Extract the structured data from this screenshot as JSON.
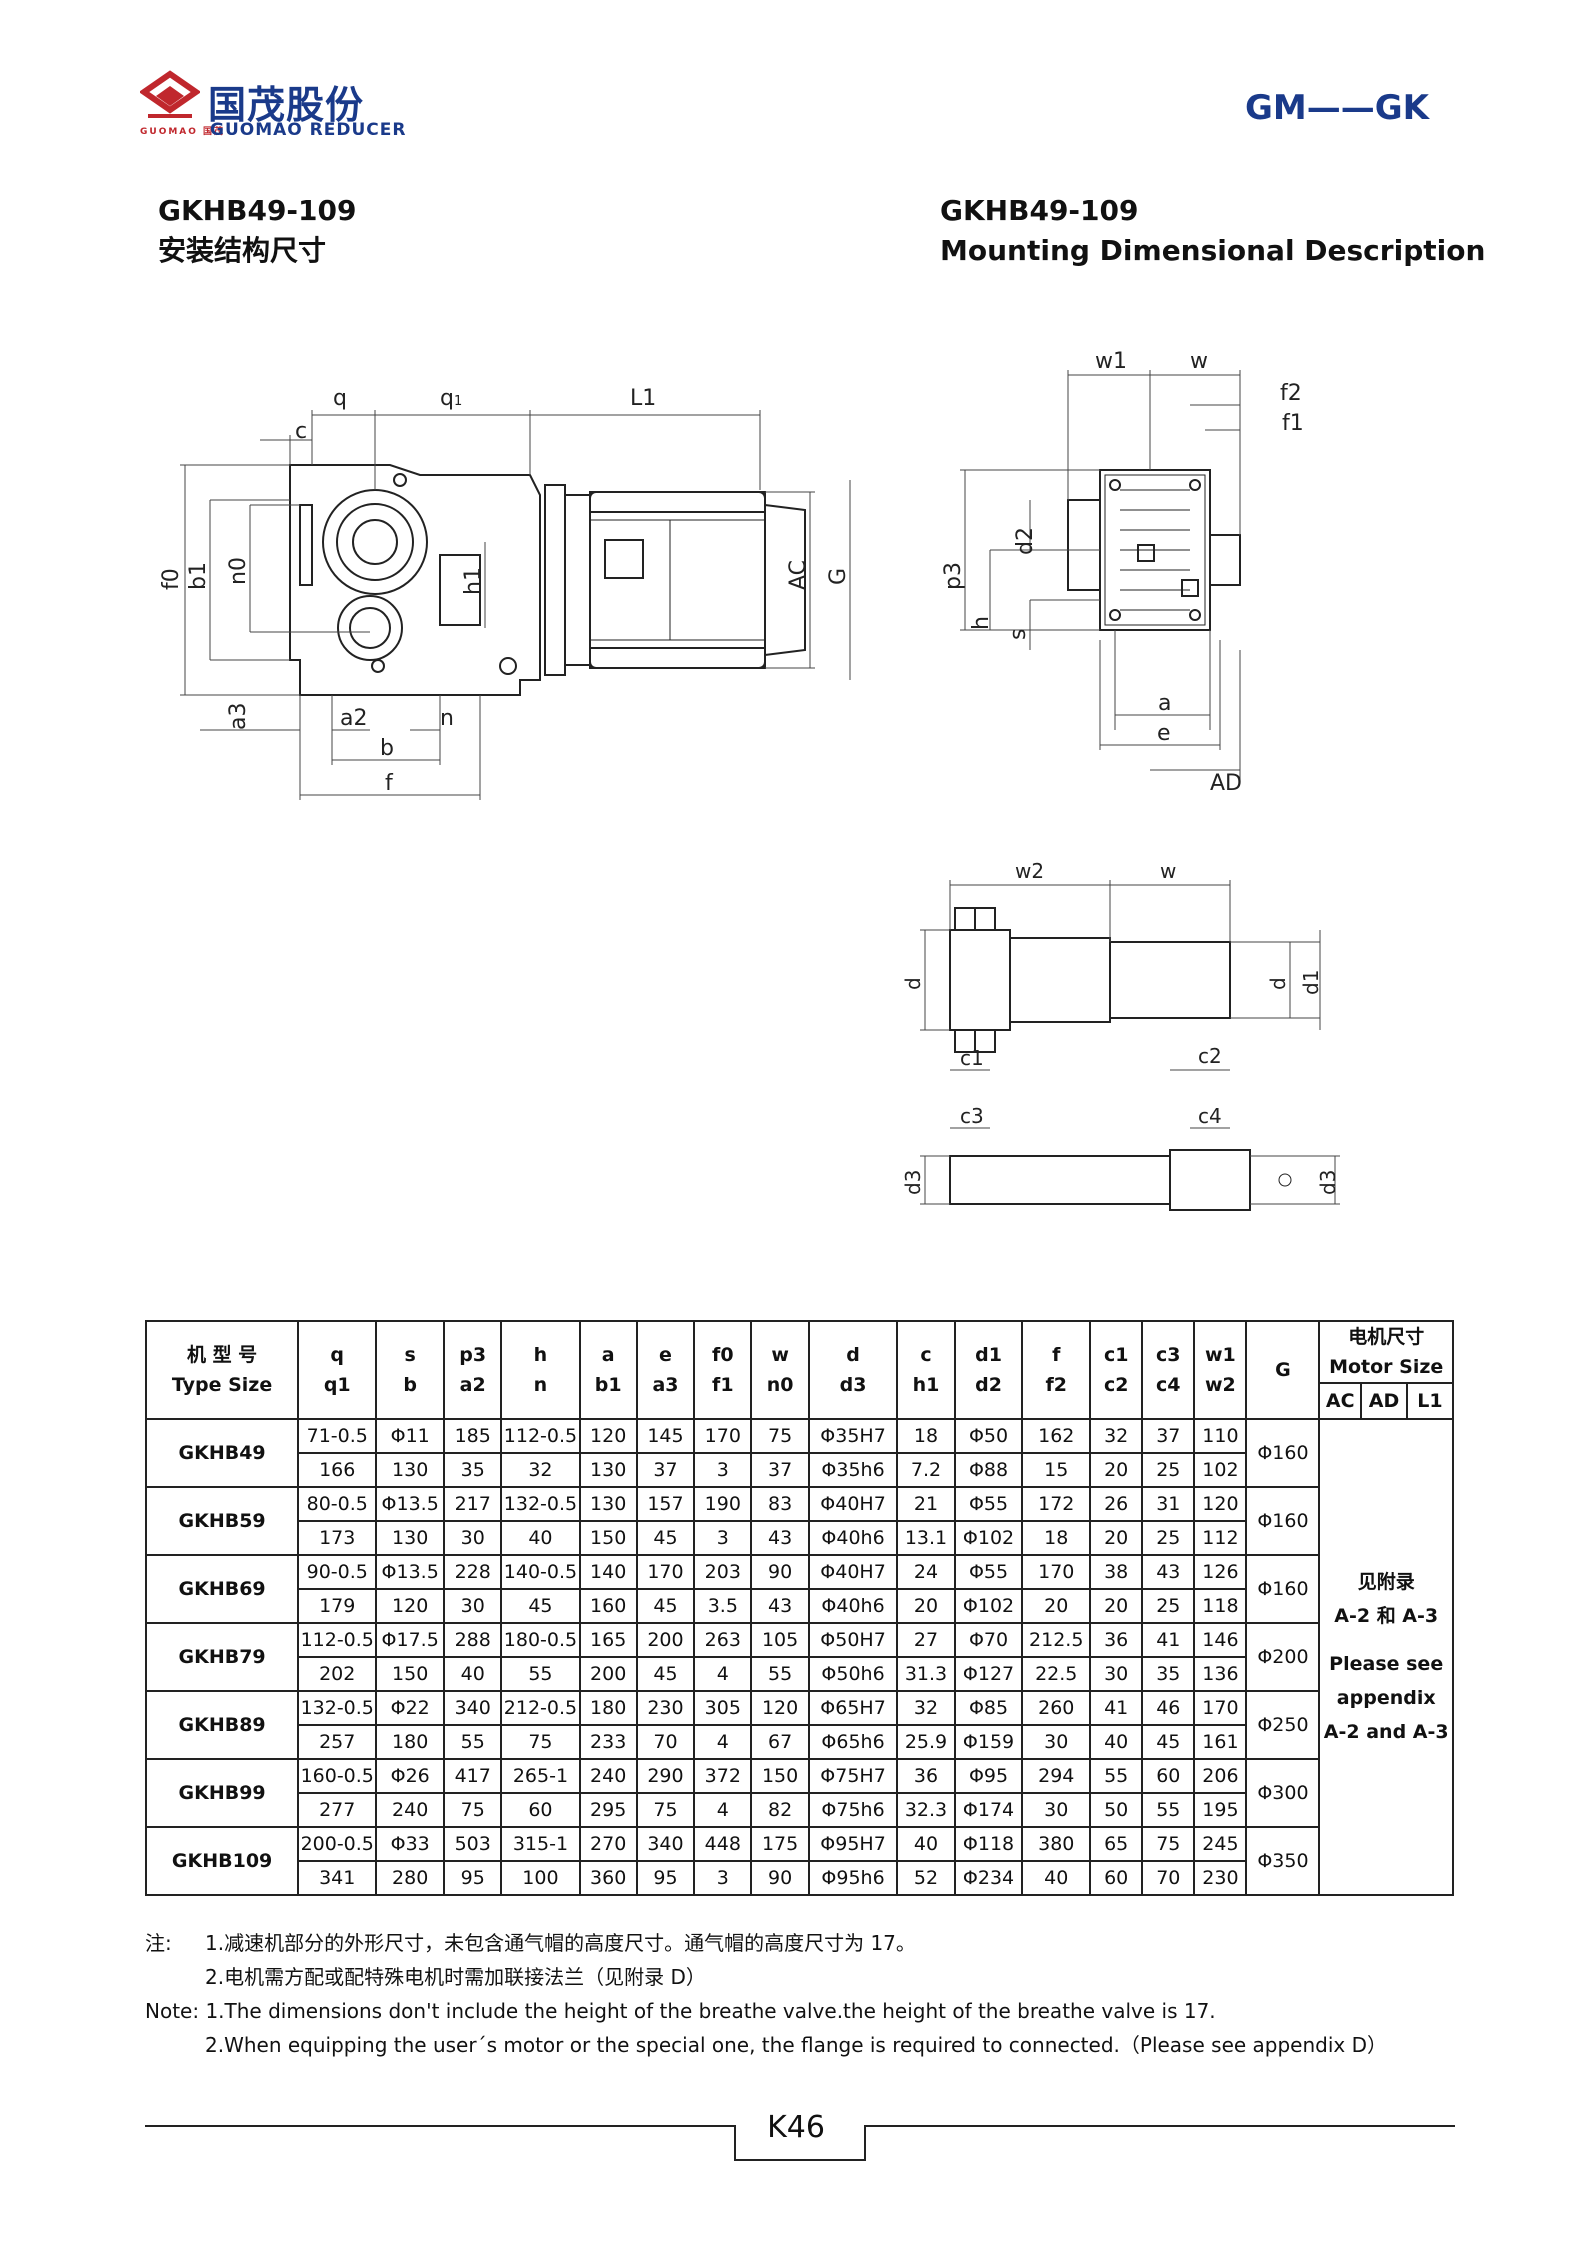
{
  "header": {
    "logo_cn": "国茂股份",
    "logo_en": "GUOMAO REDUCER",
    "logo_small": "GUOMAO 国茂",
    "series": "GM——GK"
  },
  "headings": {
    "left_model": "GKHB49-109",
    "left_title": "安装结构尺寸",
    "right_model": "GKHB49-109",
    "right_title": "Mounting Dimensional Description"
  },
  "drawing_labels": {
    "front": [
      "q",
      "q1",
      "L1",
      "c",
      "f0",
      "b1",
      "n0",
      "h1",
      "AC",
      "G",
      "a3",
      "a2",
      "n",
      "b",
      "f"
    ],
    "side": [
      "w1",
      "w",
      "f2",
      "f1",
      "p3",
      "d2",
      "h",
      "s",
      "a",
      "e",
      "AD"
    ],
    "shaft": [
      "w2",
      "w",
      "d",
      "d",
      "d1",
      "c1",
      "c2",
      "c3",
      "c4",
      "d3",
      "d3"
    ]
  },
  "table": {
    "header_type_cn": "机 型 号",
    "header_type_en": "Type Size",
    "columns": [
      [
        "q",
        "q1"
      ],
      [
        "s",
        "b"
      ],
      [
        "p3",
        "a2"
      ],
      [
        "h",
        "n"
      ],
      [
        "a",
        "b1"
      ],
      [
        "e",
        "a3"
      ],
      [
        "f0",
        "f1"
      ],
      [
        "w",
        "n0"
      ],
      [
        "d",
        "d3"
      ],
      [
        "c",
        "h1"
      ],
      [
        "d1",
        "d2"
      ],
      [
        "f",
        "f2"
      ],
      [
        "c1",
        "c2"
      ],
      [
        "c3",
        "c4"
      ],
      [
        "w1",
        "w2"
      ]
    ],
    "header_G": "G",
    "motor_cn": "电机尺寸",
    "motor_en": "Motor Size",
    "motor_cols": [
      "AC",
      "AD",
      "L1"
    ],
    "rows": [
      {
        "model": "GKHB49",
        "top": [
          "71-0.5",
          "Φ11",
          "185",
          "112-0.5",
          "120",
          "145",
          "170",
          "75",
          "Φ35H7",
          "18",
          "Φ50",
          "162",
          "32",
          "37",
          "110"
        ],
        "bottom": [
          "166",
          "130",
          "35",
          "32",
          "130",
          "37",
          "3",
          "37",
          "Φ35h6",
          "7.2",
          "Φ88",
          "15",
          "20",
          "25",
          "102"
        ],
        "G": "Φ160"
      },
      {
        "model": "GKHB59",
        "top": [
          "80-0.5",
          "Φ13.5",
          "217",
          "132-0.5",
          "130",
          "157",
          "190",
          "83",
          "Φ40H7",
          "21",
          "Φ55",
          "172",
          "26",
          "31",
          "120"
        ],
        "bottom": [
          "173",
          "130",
          "30",
          "40",
          "150",
          "45",
          "3",
          "43",
          "Φ40h6",
          "13.1",
          "Φ102",
          "18",
          "20",
          "25",
          "112"
        ],
        "G": "Φ160"
      },
      {
        "model": "GKHB69",
        "top": [
          "90-0.5",
          "Φ13.5",
          "228",
          "140-0.5",
          "140",
          "170",
          "203",
          "90",
          "Φ40H7",
          "24",
          "Φ55",
          "170",
          "38",
          "43",
          "126"
        ],
        "bottom": [
          "179",
          "120",
          "30",
          "45",
          "160",
          "45",
          "3.5",
          "43",
          "Φ40h6",
          "20",
          "Φ102",
          "20",
          "20",
          "25",
          "118"
        ],
        "G": "Φ160"
      },
      {
        "model": "GKHB79",
        "top": [
          "112-0.5",
          "Φ17.5",
          "288",
          "180-0.5",
          "165",
          "200",
          "263",
          "105",
          "Φ50H7",
          "27",
          "Φ70",
          "212.5",
          "36",
          "41",
          "146"
        ],
        "bottom": [
          "202",
          "150",
          "40",
          "55",
          "200",
          "45",
          "4",
          "55",
          "Φ50h6",
          "31.3",
          "Φ127",
          "22.5",
          "30",
          "35",
          "136"
        ],
        "G": "Φ200"
      },
      {
        "model": "GKHB89",
        "top": [
          "132-0.5",
          "Φ22",
          "340",
          "212-0.5",
          "180",
          "230",
          "305",
          "120",
          "Φ65H7",
          "32",
          "Φ85",
          "260",
          "41",
          "46",
          "170"
        ],
        "bottom": [
          "257",
          "180",
          "55",
          "75",
          "233",
          "70",
          "4",
          "67",
          "Φ65h6",
          "25.9",
          "Φ159",
          "30",
          "40",
          "45",
          "161"
        ],
        "G": "Φ250"
      },
      {
        "model": "GKHB99",
        "top": [
          "160-0.5",
          "Φ26",
          "417",
          "265-1",
          "240",
          "290",
          "372",
          "150",
          "Φ75H7",
          "36",
          "Φ95",
          "294",
          "55",
          "60",
          "206"
        ],
        "bottom": [
          "277",
          "240",
          "75",
          "60",
          "295",
          "75",
          "4",
          "82",
          "Φ75h6",
          "32.3",
          "Φ174",
          "30",
          "50",
          "55",
          "195"
        ],
        "G": "Φ300"
      },
      {
        "model": "GKHB109",
        "top": [
          "200-0.5",
          "Φ33",
          "503",
          "315-1",
          "270",
          "340",
          "448",
          "175",
          "Φ95H7",
          "40",
          "Φ118",
          "380",
          "65",
          "75",
          "245"
        ],
        "bottom": [
          "341",
          "280",
          "95",
          "100",
          "360",
          "95",
          "3",
          "90",
          "Φ95h6",
          "52",
          "Φ234",
          "40",
          "60",
          "70",
          "230"
        ],
        "G": "Φ350"
      }
    ],
    "motor_note_cn_1": "见附录",
    "motor_note_cn_2": "A-2 和 A-3",
    "motor_note_en_1": "Please see",
    "motor_note_en_2": "appendix",
    "motor_note_en_3": "A-2 and A-3"
  },
  "notes": {
    "cn_label": "注:",
    "cn_1": "1.减速机部分的外形尺寸，未包含通气帽的高度尺寸。通气帽的高度尺寸为 17。",
    "cn_2": "2.电机需方配或配特殊电机时需加联接法兰（见附录 D）",
    "en_1": "Note: 1.The dimensions don't include the height of the breathe valve.the height of the breathe valve is 17.",
    "en_2": "2.When equipping the user´s motor or the special one, the flange is required to connected.（Please see appendix D）"
  },
  "footer": {
    "page": "K46"
  }
}
